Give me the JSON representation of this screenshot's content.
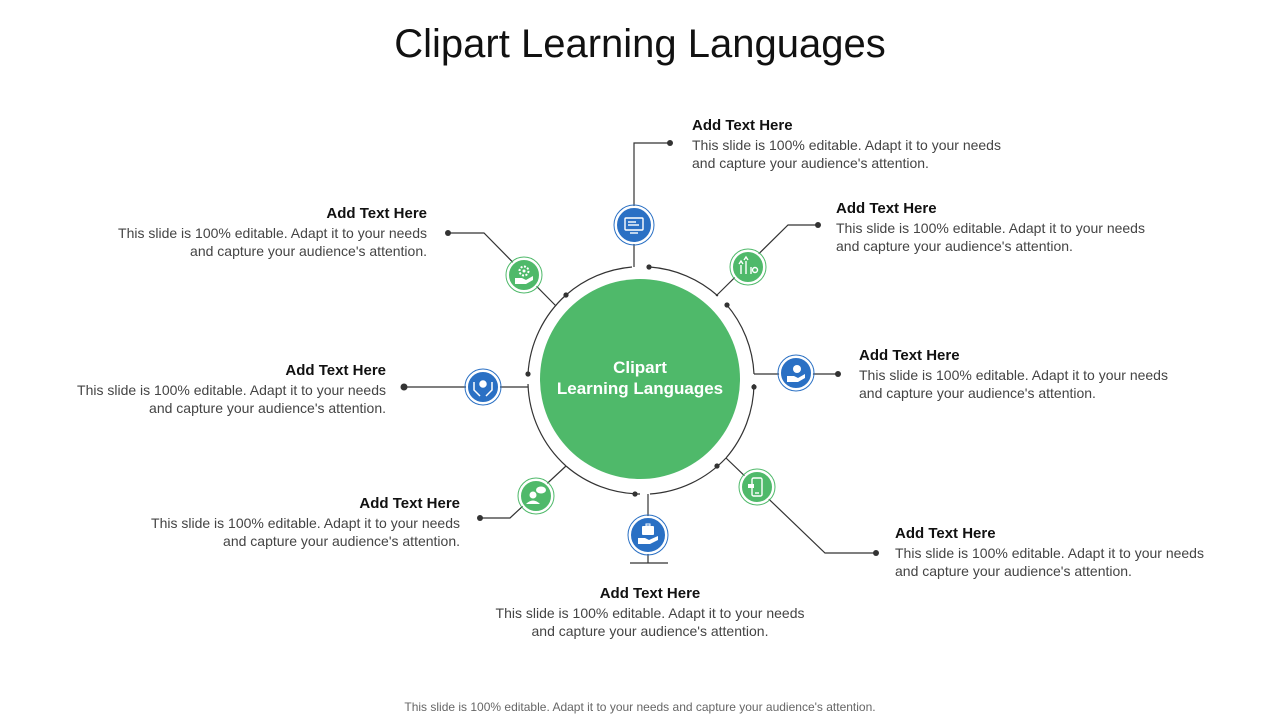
{
  "title": "Clipart Learning Languages",
  "center": {
    "line1": "Clipart",
    "line2": "Learning Languages"
  },
  "colors": {
    "green": "#4fb96a",
    "blue": "#2a70c4",
    "connector": "#333333"
  },
  "items": [
    {
      "heading": "Add Text Here",
      "line1": "This slide is 100% editable. Adapt it to your needs",
      "line2": "and capture your audience's attention.",
      "icon": "online-learning-screen-icon"
    },
    {
      "heading": "Add Text Here",
      "line1": "This slide is 100% editable. Adapt it to your needs",
      "line2": "and capture your audience's attention.",
      "icon": "growth-chart-icon"
    },
    {
      "heading": "Add Text Here",
      "line1": "This slide is 100% editable. Adapt it to your needs",
      "line2": "and capture your audience's attention.",
      "icon": "hand-money-icon"
    },
    {
      "heading": "Add Text Here",
      "line1": "This slide is 100% editable. Adapt it to your needs",
      "line2": "and capture your audience's attention.",
      "icon": "mobile-phone-icon"
    },
    {
      "heading": "Add Text Here",
      "line1": "This slide is 100% editable. Adapt it to your needs",
      "line2": "and capture your audience's attention.",
      "icon": "hand-briefcase-icon"
    },
    {
      "heading": "Add Text Here",
      "line1": "This slide is 100% editable. Adapt it to your needs",
      "line2": "and capture your audience's attention.",
      "icon": "chat-user-icon"
    },
    {
      "heading": "Add Text Here",
      "line1": "This slide is 100% editable. Adapt it to your needs",
      "line2": "and capture your audience's attention.",
      "icon": "hands-care-icon"
    },
    {
      "heading": "Add Text Here",
      "line1": "This slide is 100% editable. Adapt it to your needs",
      "line2": "and capture your audience's attention.",
      "icon": "hand-gear-icon"
    }
  ],
  "footer": "This slide is 100% editable. Adapt it to your needs and capture your audience's attention."
}
